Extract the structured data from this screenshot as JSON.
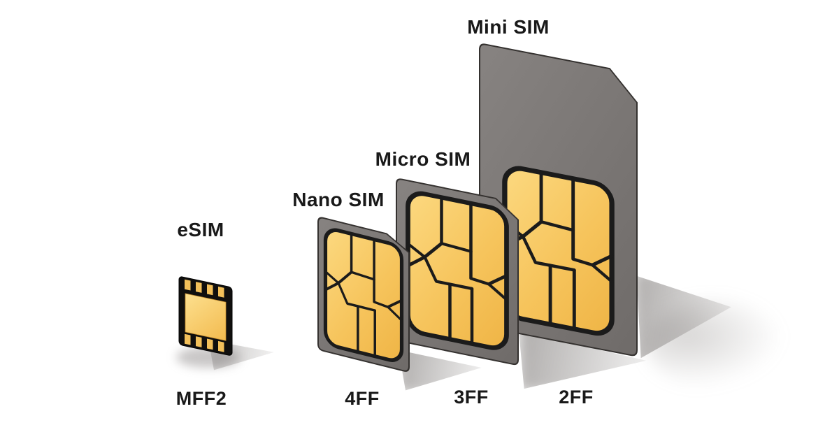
{
  "sims": [
    {
      "name": "eSIM",
      "form_factor": "MFF2",
      "kind": "embedded-chip"
    },
    {
      "name": "Nano SIM",
      "form_factor": "4FF",
      "kind": "card"
    },
    {
      "name": "Micro SIM",
      "form_factor": "3FF",
      "kind": "card"
    },
    {
      "name": "Mini SIM",
      "form_factor": "2FF",
      "kind": "card"
    }
  ],
  "colors": {
    "background": "#ffffff",
    "card_gray": "#7b7775",
    "contact_gold": "#f6c45c",
    "contact_gold_light": "#fcd980",
    "contact_gold_dark": "#efb445",
    "chip_black": "#100f0e",
    "outline_black": "#1b1b1b",
    "label_text": "#191919"
  }
}
